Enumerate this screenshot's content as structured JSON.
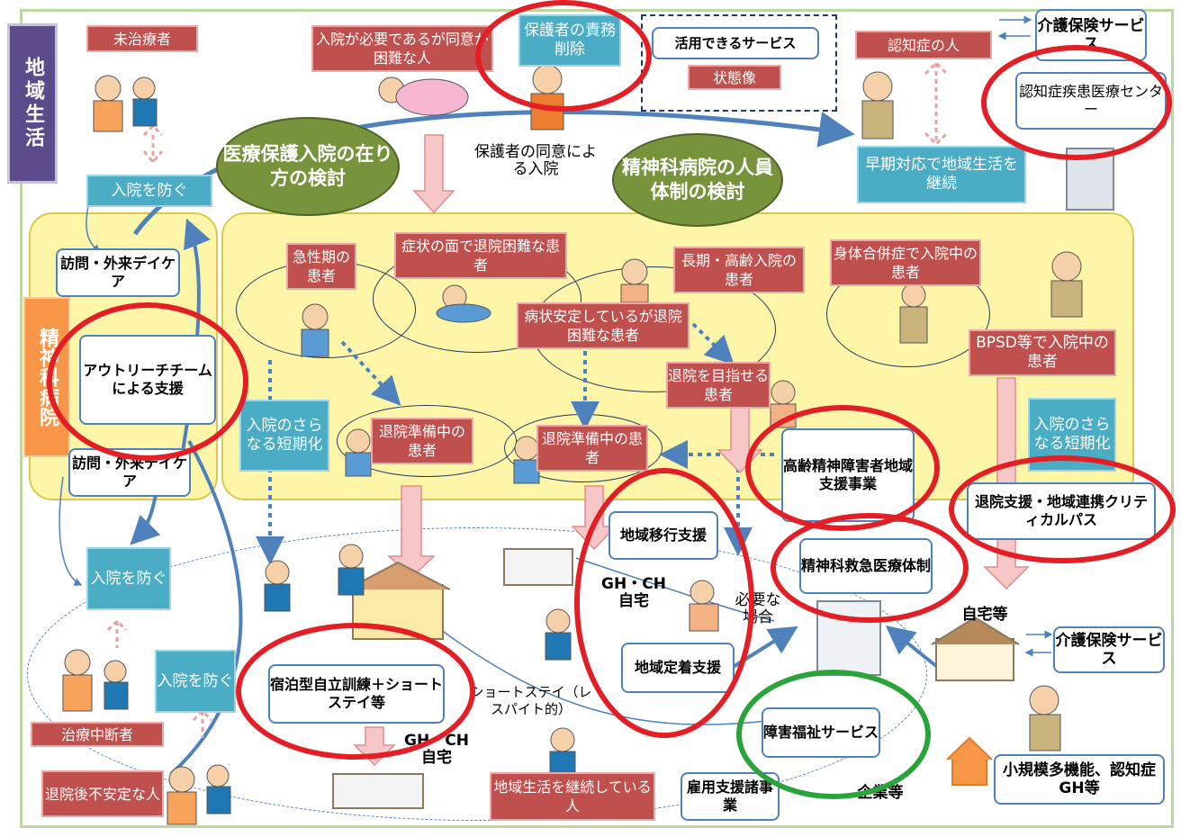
{
  "side_labels": {
    "community": "地域生活",
    "hospital": "精神科病院"
  },
  "red_labels": {
    "untreated": "未治療者",
    "needs_admission": "入院が必要であるが同意が困難な人",
    "dementia_person": "認知症の人",
    "acute": "急性期の患者",
    "symptom_difficult": "症状の面で退院困難な患者",
    "longterm_elderly": "長期・高齢入院の患者",
    "physical_comorbid": "身体合併症で入院中の患者",
    "stable_difficult": "病状安定しているが退院困難な患者",
    "aim_discharge": "退院を目指せる患者",
    "bpsd": "BPSD等で入院中の患者",
    "prep1": "退院準備中の患者",
    "prep2": "退院準備中の患者",
    "interrupted": "治療中断者",
    "unstable": "退院後不安定な人",
    "continuing": "地域生活を継続している人",
    "state_image": "状態像"
  },
  "teal_labels": {
    "guardian_duty": "保護者の責務削除",
    "prevent_top": "入院を防ぐ",
    "early_response": "早期対応で地域生活を継続",
    "shorten_left": "入院のさらなる短期化",
    "shorten_right": "入院のさらなる短期化",
    "prevent_mid": "入院を防ぐ",
    "prevent_low": "入院を防ぐ"
  },
  "white_labels": {
    "services_head": "活用できるサービス",
    "care_insurance_top": "介護保険サービス",
    "dementia_center": "認知症疾患医療センター",
    "visit_top": "訪問・外来デイケア",
    "outreach": "アウトリーチチームによる支援",
    "visit_bottom": "訪問・外来デイケア",
    "elderly_support": "高齢精神障害者地域支援事業",
    "critical_path": "退院支援・地域連携クリティカルパス",
    "transition": "地域移行支援",
    "emergency": "精神科救急医療体制",
    "residential": "宿泊型自立訓練＋ショートステイ等",
    "settlement": "地域定着支援",
    "welfare": "障害福祉サービス",
    "employment": "雇用支援諸事業",
    "care_insurance_bottom": "介護保険サービス",
    "small_multi": "小規模多機能、認知症GH等"
  },
  "green_labels": {
    "medical_protection": "医療保護入院の在り方の検討",
    "staffing": "精神科病院の人員体制の検討"
  },
  "plain_text": {
    "guardian_consent": "保護者の同意による入院",
    "gh_ch_home1": "GH・CH 自宅",
    "gh_ch_home2": "GH・CH 自宅",
    "if_needed": "必要な場合",
    "home_etc": "自宅等",
    "short_stay": "ショートステイ（レスパイト的）",
    "companies": "企業等"
  },
  "colors": {
    "red": "#c0504d",
    "teal": "#4bacc6",
    "green": "#77933c",
    "yellow": "#fdf6a9",
    "arrow": "#4f81bd",
    "ring": "#e31e24",
    "ring_green": "#2aa33a"
  }
}
